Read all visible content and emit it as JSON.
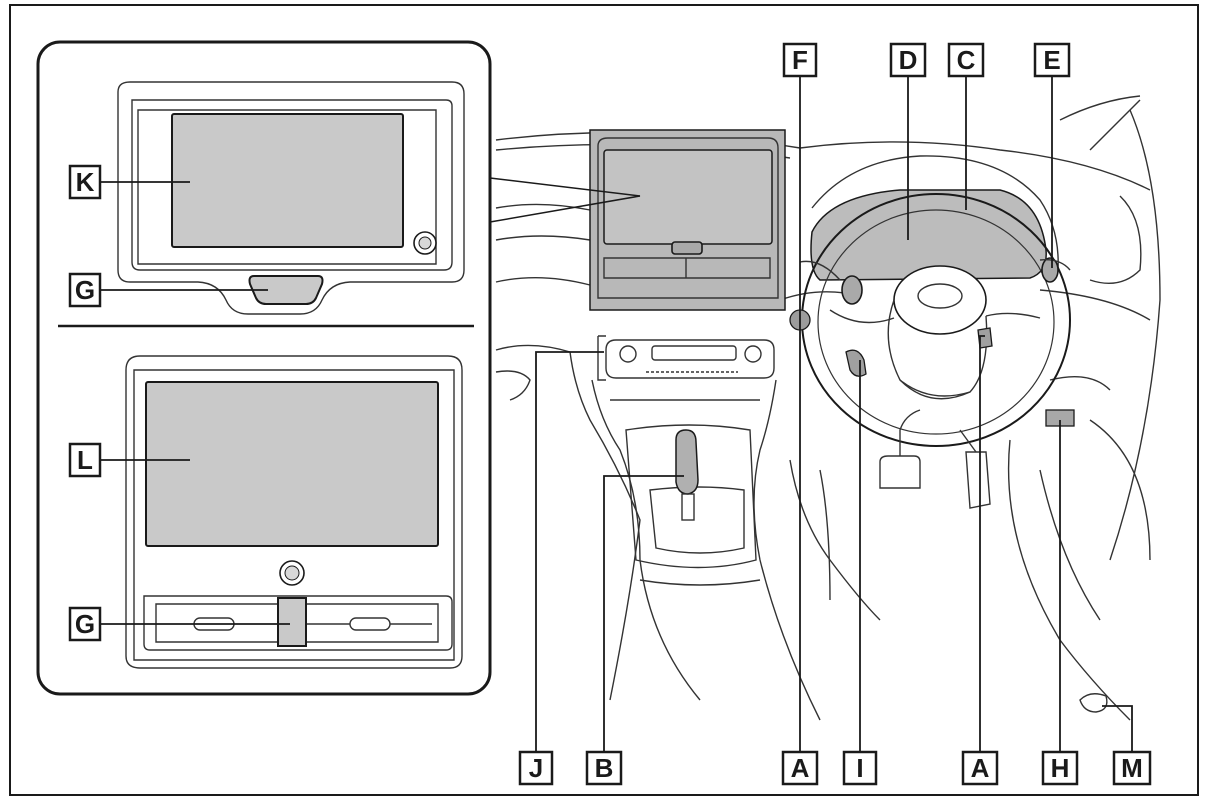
{
  "labels": {
    "A": "A",
    "B": "B",
    "C": "C",
    "D": "D",
    "E": "E",
    "F": "F",
    "G": "G",
    "H": "H",
    "I": "I",
    "J": "J",
    "K": "K",
    "L": "L",
    "M": "M"
  },
  "colors": {
    "highlight": "#c9c9c9",
    "line": "#1a1a1a",
    "background": "#ffffff"
  }
}
